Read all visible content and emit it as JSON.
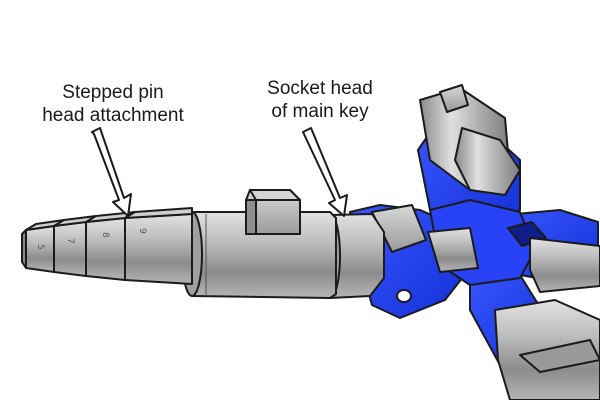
{
  "labels": {
    "stepped_pin": {
      "line1": "Stepped pin",
      "line2": "head attachment"
    },
    "socket_head": {
      "line1": "Socket head",
      "line2": "of main key"
    }
  },
  "step_markings": [
    "5",
    "7",
    "8",
    "9"
  ],
  "colors": {
    "key_body": "#1f3ff0",
    "key_body_dark": "#0f23b0",
    "metal": "#b8b8b8",
    "metal_dark": "#7a7a7a",
    "outline": "#222222"
  }
}
